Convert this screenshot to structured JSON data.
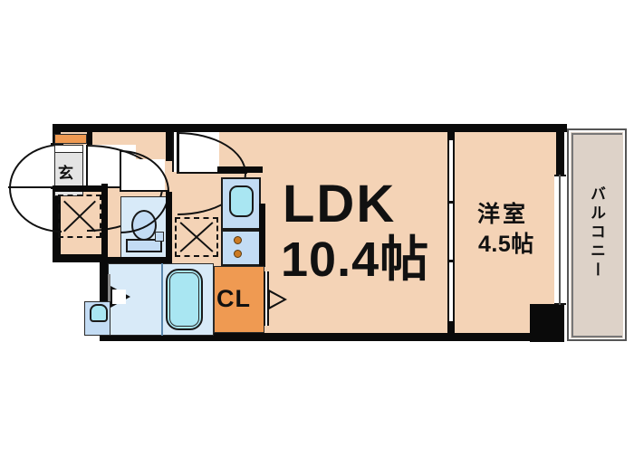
{
  "plan": {
    "type": "japanese-apartment-floorplan",
    "background_color": "#ffffff",
    "floor_color": "#f4d3b6",
    "wall_color": "#0a0a0a",
    "balcony_color": "#ddd2c8",
    "water_color": "#d8eaf8",
    "tub_color": "#a9e6f2",
    "fixture_color": "#c3dcf4",
    "closet_color": "#ef9a52"
  },
  "rooms": {
    "ldk": {
      "name": "LDK",
      "area": "10.4帖"
    },
    "washitsu": {
      "name": "洋室",
      "area": "4.5帖"
    },
    "closet": {
      "label": "CL"
    },
    "entrance": {
      "label": "玄"
    },
    "balcony": {
      "label": "バルコニー"
    }
  },
  "fixtures": [
    {
      "name": "shoe-cabinet",
      "label": ""
    },
    {
      "name": "toilet",
      "label": ""
    },
    {
      "name": "bathtub",
      "label": ""
    },
    {
      "name": "washbasin",
      "label": ""
    },
    {
      "name": "kitchen-sink",
      "label": ""
    },
    {
      "name": "stove-burners",
      "label": ""
    },
    {
      "name": "washing-machine-space",
      "label": ""
    }
  ]
}
